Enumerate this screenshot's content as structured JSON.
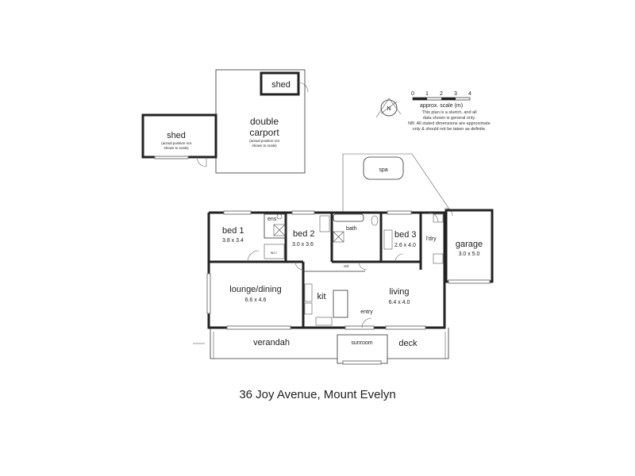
{
  "address": "36 Joy Avenue, Mount Evelyn",
  "rooms": {
    "shed_top": "shed",
    "carport_line1": "double",
    "carport_line2": "carport",
    "carport_note1": "(actual position not",
    "carport_note2": "shown to scale)",
    "shed_left": "shed",
    "shed_left_note1": "(actual position not",
    "shed_left_note2": "shown to scale)",
    "spa": "spa",
    "bed1": "bed 1",
    "bed1_dim": "3.8 x 3.4",
    "ens": "ens",
    "wir1": "w.i.r",
    "bed2": "bed 2",
    "bed2_dim": "3.0 x 3.6",
    "bath": "bath",
    "bed3": "bed 3",
    "bed3_dim": "2.6 x 4.0",
    "ldry": "l'dry",
    "garage": "garage",
    "garage_dim": "3.0 x 5.0",
    "lounge": "lounge/dining",
    "lounge_dim": "6.6 x 4.6",
    "kit": "kit",
    "living": "living",
    "living_dim": "6.4 x 4.0",
    "entry": "entry",
    "verandah": "verandah",
    "sunroom": "sunroom",
    "deck": "deck",
    "ctd": "ctd"
  },
  "scale": {
    "ticks": [
      "0",
      "1",
      "2",
      "3",
      "4"
    ],
    "caption": "approx. scale (m)",
    "note1": "This plan is a sketch, and all",
    "note2": "data shown is general only.",
    "note3": "NB: All stated dimensions are approximate",
    "note4": "only & should not be taken as definite."
  },
  "compass": "N"
}
